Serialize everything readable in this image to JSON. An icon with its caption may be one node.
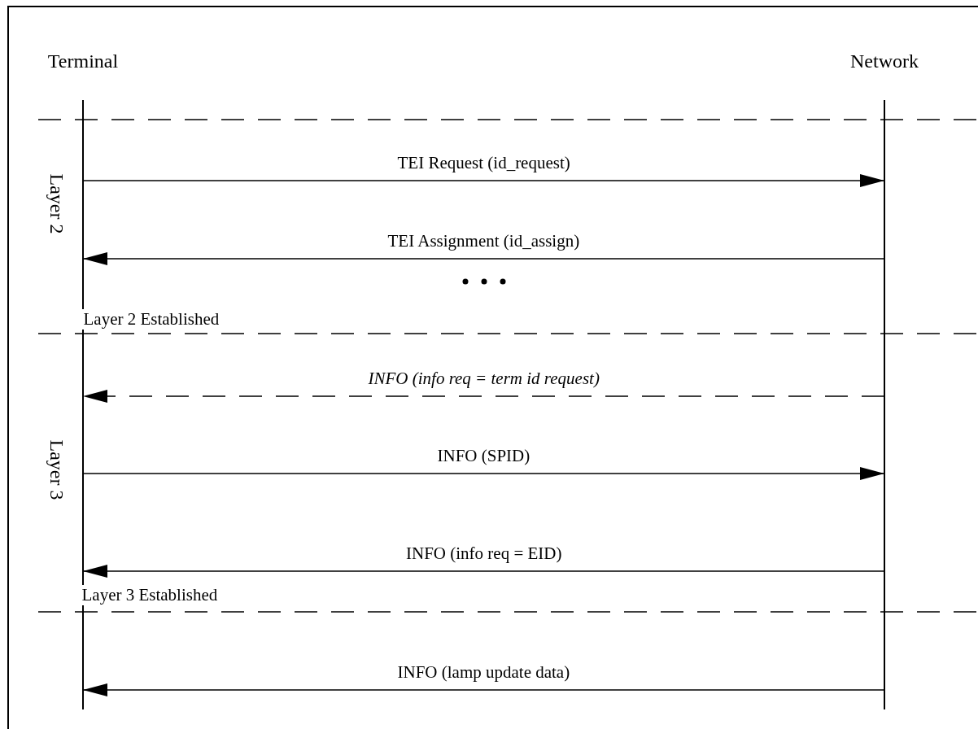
{
  "diagram": {
    "nodes": [
      {
        "text": [
          "Terminal"
        ]
      },
      {
        "text": [
          "Network"
        ]
      }
    ],
    "edges": [
      {
        "from": 0,
        "to": 1,
        "arrow": "to",
        "label": "TEI Request (id_request)"
      },
      {
        "from": 1,
        "to": 0,
        "arrow": "to",
        "label": "TEI Assignment (id_assign)"
      },
      {
        "from": 1,
        "to": 0,
        "arrow": "to",
        "label": "INFO (info req = term id request)",
        "style": "dashed"
      },
      {
        "from": 0,
        "to": 1,
        "arrow": "to",
        "label": "INFO (SPID)"
      },
      {
        "from": 1,
        "to": 0,
        "arrow": "to",
        "label": "INFO (info req = EID)"
      },
      {
        "from": 1,
        "to": 0,
        "arrow": "to",
        "label": "INFO (lamp update data)"
      }
    ],
    "labels": [
      "Layer 2",
      "Layer 2 Established",
      "Layer 3",
      "Layer 3 Established"
    ]
  }
}
